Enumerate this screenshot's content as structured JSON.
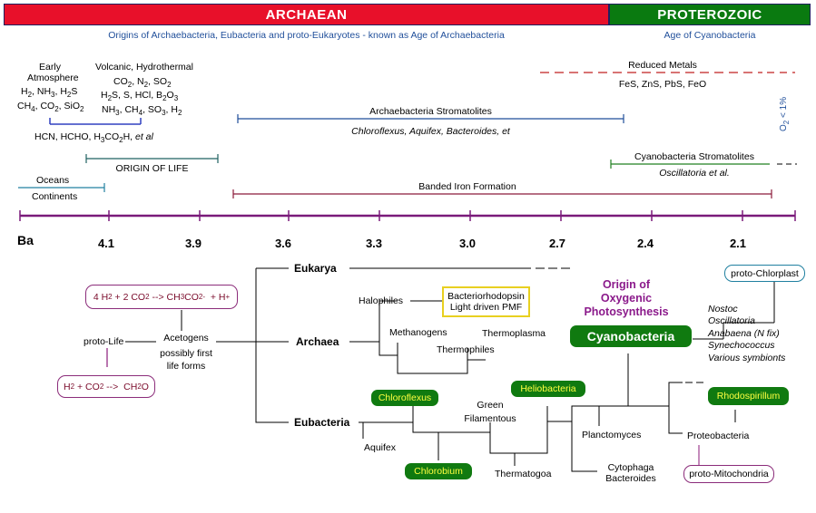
{
  "eras": {
    "archaean": {
      "label": "ARCHAEAN",
      "color": "#e8102a",
      "subtitle": "Origins of Archaebacteria, Eubacteria and proto-Eukaryotes - known as Age of Archaebacteria"
    },
    "proterozoic": {
      "label": "PROTEROZOIC",
      "color": "#0a7a10",
      "subtitle": "Age of Cyanobacteria"
    }
  },
  "early_atmosphere": {
    "label": "Early Atmosphere",
    "line1": "H2, NH3, H2S",
    "line2": "CH4, CO2, SiO2"
  },
  "volcanic": {
    "title": "Volcanic, Hydrothermal",
    "line1": "CO2, N2, SO2",
    "line2": "H2S, S, HCl, B2O3",
    "line3": "NH3, CH4, SO3, H2"
  },
  "organics": {
    "text": "HCN, HCHO, H3CO2H,",
    "etal": "et al"
  },
  "origin_of_life": "ORIGIN OF LIFE",
  "oceans": "Oceans",
  "continents": "Continents",
  "reduced_metals": {
    "label": "Reduced Metals",
    "list": "FeS, ZnS, PbS, FeO"
  },
  "oxygen": "O2 < 1%",
  "archaebacteria_stromatolites": {
    "label": "Archaebacteria Stromatolites",
    "species": "Chloroflexus, Aquifex, Bacteroides, et"
  },
  "cyanobacteria_stromatolites": {
    "label": "Cyanobacteria Stromatolites",
    "species": "Oscillatoria et al."
  },
  "banded_iron": "Banded Iron Formation",
  "timeline": {
    "unit": "Ba",
    "ticks": [
      "4.1",
      "3.9",
      "3.6",
      "3.3",
      "3.0",
      "2.7",
      "2.4",
      "2.1"
    ],
    "color": "#7a1a7a"
  },
  "reactions": {
    "r1": "4 H2 + 2 CO2 --> CH3CO2 + H+",
    "r2": "H2 + CO2 --> CH2O"
  },
  "proto_life": "proto-Life",
  "acetogens": {
    "l1": "Acetogens",
    "l2": "possibly first",
    "l3": "life forms"
  },
  "domains": {
    "eukarya": "Eukarya",
    "archaea": "Archaea",
    "eubacteria": "Eubacteria"
  },
  "archaea_groups": {
    "halophiles": "Halophiles",
    "bacteriorhodopsin_l1": "Bacteriorhodopsin",
    "bacteriorhodopsin_l2": "Light driven PMF",
    "methanogens": "Methanogens",
    "thermoplasma": "Thermoplasma",
    "thermophiles": "Thermophiles"
  },
  "eubacteria_groups": {
    "chloroflexus": "Chloroflexus",
    "green_l1": "Green",
    "green_l2": "Filamentous",
    "heliobacteria": "Heliobacteria",
    "aquifex": "Aquifex",
    "chlorobium": "Chlorobium",
    "thermatogoa": "Thermatogoa",
    "planctomyces": "Planctomyces",
    "cytophaga_l1": "Cytophaga",
    "cytophaga_l2": "Bacteroides",
    "rhodospirillum": "Rhodospirillum",
    "proteobacteria": "Proteobacteria",
    "proto_mitochondria": "proto-Mitochondria"
  },
  "oxygenic": {
    "l1": "Origin of",
    "l2": "Oxygenic",
    "l3": "Photosynthesis",
    "color": "#8b1a8b"
  },
  "cyanobacteria": "Cyanobacteria",
  "proto_chloroplast": "proto-Chlorplast",
  "cyano_species": [
    "Nostoc",
    "Oscillatoria",
    "Anabaena (N fix)",
    "Synechococcus",
    "Various symbionts"
  ]
}
